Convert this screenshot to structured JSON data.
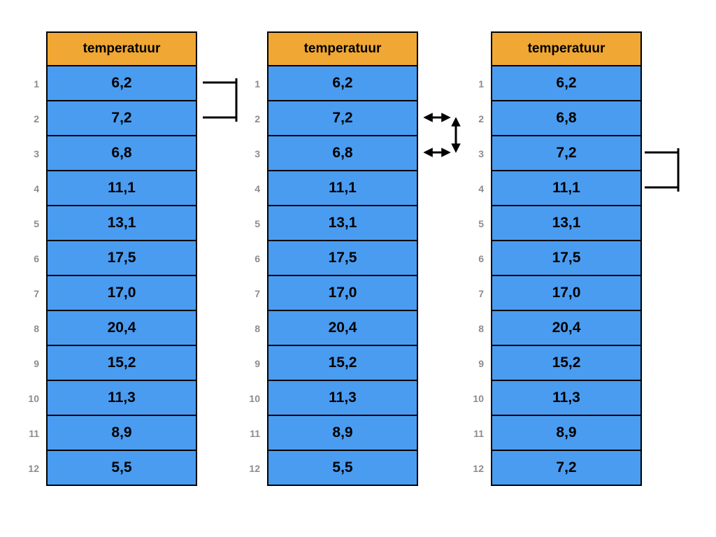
{
  "diagram": {
    "row_numbers": [
      "1",
      "2",
      "3",
      "4",
      "5",
      "6",
      "7",
      "8",
      "9",
      "10",
      "11",
      "12"
    ],
    "tables": [
      {
        "name": "table-1",
        "header": "temperatuur",
        "values": [
          "6,2",
          "7,2",
          "6,8",
          "11,1",
          "13,1",
          "17,5",
          "17,0",
          "20,4",
          "15,2",
          "11,3",
          "8,9",
          "5,5"
        ]
      },
      {
        "name": "table-2",
        "header": "temperatuur",
        "values": [
          "6,2",
          "7,2",
          "6,8",
          "11,1",
          "13,1",
          "17,5",
          "17,0",
          "20,4",
          "15,2",
          "11,3",
          "8,9",
          "5,5"
        ]
      },
      {
        "name": "table-3",
        "header": "temperatuur",
        "values": [
          "6,2",
          "6,8",
          "7,2",
          "11,1",
          "13,1",
          "17,5",
          "17,0",
          "20,4",
          "15,2",
          "11,3",
          "8,9",
          "7,2"
        ]
      }
    ],
    "annotations": [
      {
        "type": "compare-bracket",
        "table": 1,
        "rows": [
          1,
          2
        ]
      },
      {
        "type": "swap-arrows",
        "table": 2,
        "rows": [
          2,
          3
        ]
      },
      {
        "type": "compare-bracket",
        "table": 3,
        "rows": [
          3,
          4
        ]
      }
    ],
    "colors": {
      "header_bg": "#F0A733",
      "cell_bg": "#4A9CF0",
      "cell_text": "#000000",
      "row_number_text": "#8C8C8C",
      "border": "#000000",
      "annotation": "#000000",
      "background": "#FFFFFF"
    }
  }
}
